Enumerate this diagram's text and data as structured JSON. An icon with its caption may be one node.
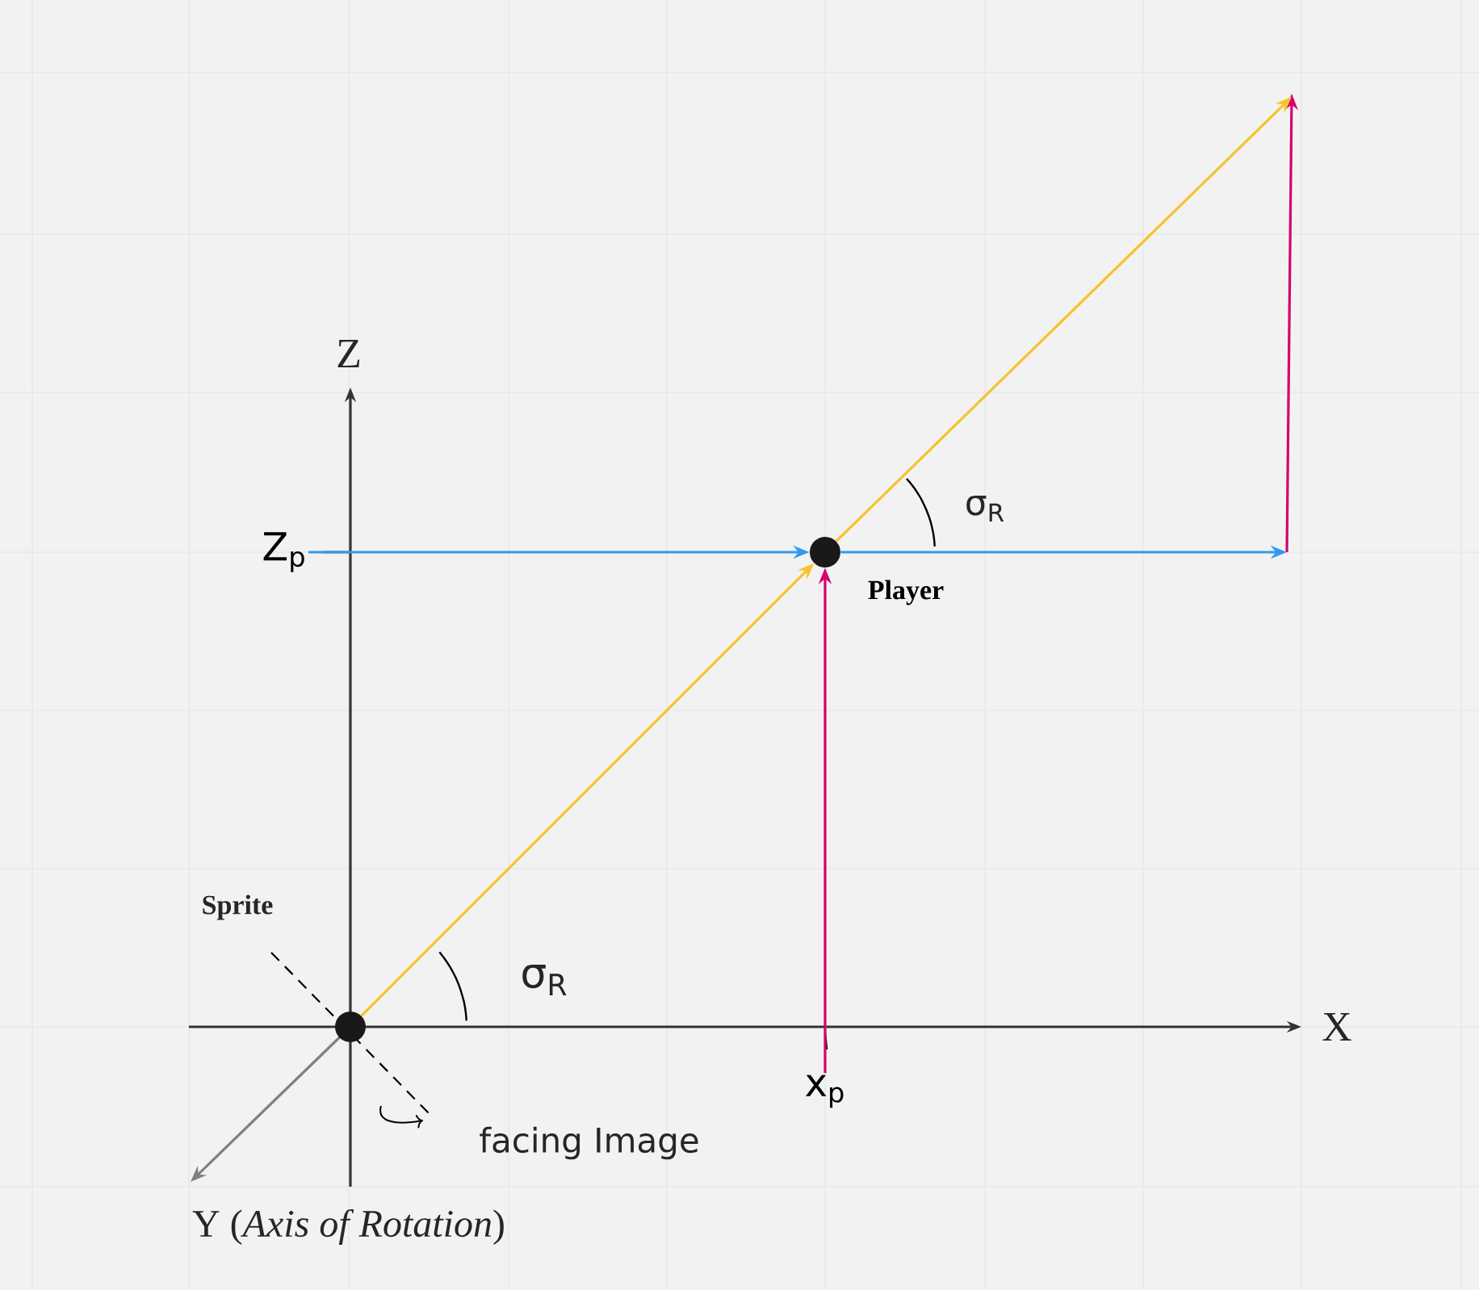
{
  "diagram": {
    "nodes": [
      {
        "text": [],
        "shape": "circle"
      },
      {
        "text": [],
        "shape": "circle",
        "beside": [
          "Player"
        ]
      },
      {
        "text": [
          "Z$_{p}$"
        ]
      },
      {
        "text": [
          "x$_{p}$"
        ]
      }
    ],
    "edges": [
      {
        "from": 2,
        "to": 1,
        "arrow": "to",
        "color": "#3399ee"
      },
      {
        "from": 0,
        "to": 1,
        "arrow": "to",
        "color": "#f5c32c"
      },
      {
        "from": 3,
        "to": 1,
        "arrow": "to",
        "color": "#d6006e"
      },
      {
        "from": 1,
        "to": null,
        "arrow": "to",
        "color": "#f5c32c"
      },
      {
        "from": 1,
        "to": null,
        "arrow": "to",
        "color": "#3399ee"
      }
    ],
    "labels": [
      "Sprite",
      "Z",
      "X",
      "Y (*Axis of Rotation*)",
      "σ$_{R}$",
      "σ$_{R}$",
      "facing Image"
    ]
  }
}
